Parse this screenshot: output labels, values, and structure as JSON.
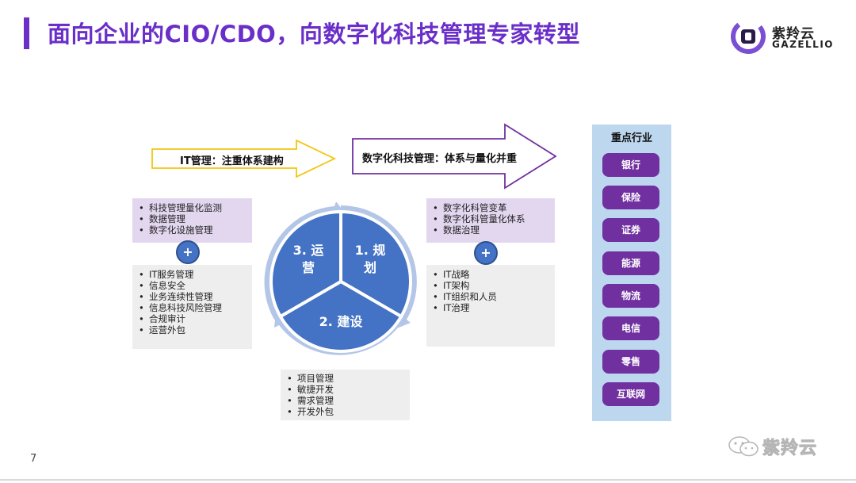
{
  "header": {
    "title": "面向企业的CIO/CDO，向数字化科技管理专家转型",
    "accent_color": "#6a2fc8"
  },
  "logo": {
    "cn": "紫羚云",
    "en": "GAZELLIO",
    "icon": "gazellio-logo-icon"
  },
  "arrows": {
    "it_management": "IT管理：注重体系建构",
    "digital_management": "数字化科技管理：体系与量化并重"
  },
  "left_panel": {
    "top_items": [
      "科技管理量化监测",
      "数据管理",
      "数字化设施管理"
    ],
    "plus": "+",
    "bottom_items": [
      "IT服务管理",
      "信息安全",
      "业务连续性管理",
      "信息科技风险管理",
      "合规审计",
      "运营外包"
    ]
  },
  "right_panel": {
    "top_items": [
      "数字化科管变革",
      "数字化科管量化体系",
      "数据治理"
    ],
    "plus": "+",
    "bottom_items": [
      "IT战略",
      "IT架构",
      "IT组织和人员",
      "IT治理"
    ]
  },
  "cycle": {
    "plan": "1. 规划",
    "build": "2. 建设",
    "operate": "3. 运营"
  },
  "build_items": [
    "项目管理",
    "敏捷开发",
    "需求管理",
    "开发外包"
  ],
  "industries": {
    "title": "重点行业",
    "items": [
      "银行",
      "保险",
      "证券",
      "能源",
      "物流",
      "电信",
      "零售",
      "互联网"
    ],
    "pill_color": "#7030a0",
    "panel_color": "#bdd7ee"
  },
  "footer": {
    "page_number": "7",
    "watermark": "紫羚云",
    "watermark_icon": "wechat-icon"
  }
}
